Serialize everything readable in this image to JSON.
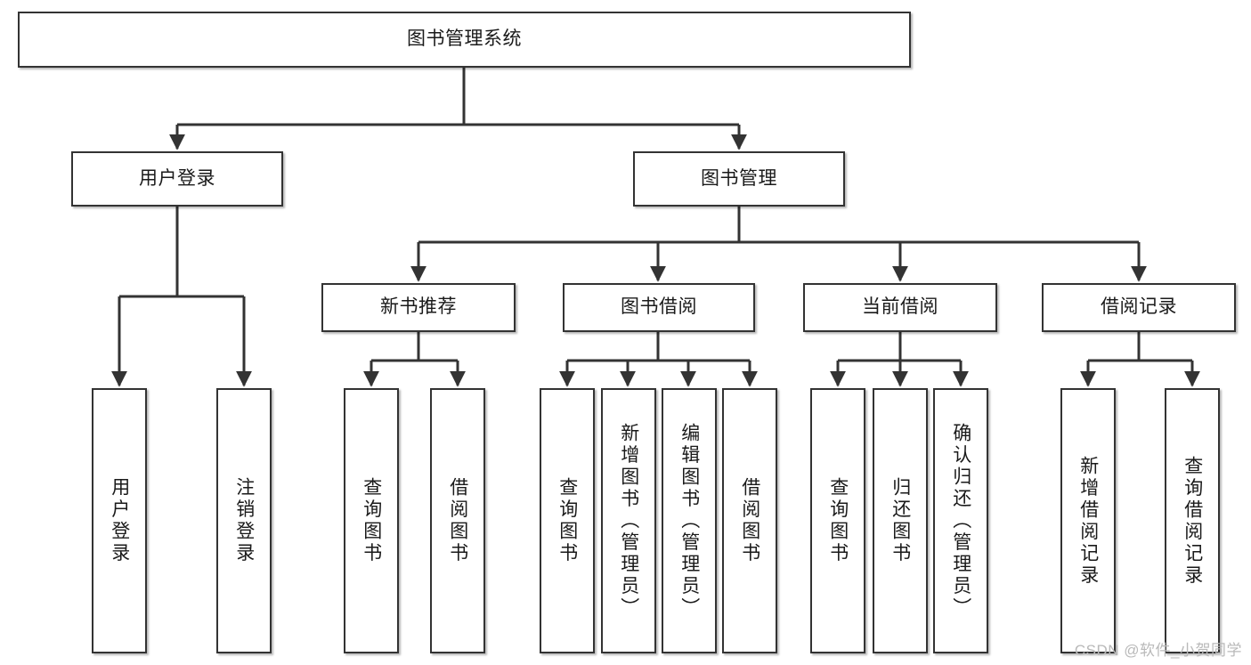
{
  "diagram": {
    "title": "图书管理系统",
    "type": "tree-hierarchy-chart",
    "watermark": "CSDN @软件_小贺同学",
    "colors": {
      "box_border": "#333333",
      "box_fill": "#ffffff",
      "edge": "#333333",
      "text": "#1a1a1a",
      "watermark": "#b9b9b9",
      "background": "#ffffff"
    },
    "nodes": {
      "root": {
        "label": "图书管理系统"
      },
      "level2": [
        {
          "id": "user-login",
          "label": "用户登录"
        },
        {
          "id": "book-manage",
          "label": "图书管理"
        }
      ],
      "level3": [
        {
          "id": "new-book-recommend",
          "label": "新书推荐"
        },
        {
          "id": "book-borrow",
          "label": "图书借阅"
        },
        {
          "id": "current-borrow",
          "label": "当前借阅"
        },
        {
          "id": "borrow-record",
          "label": "借阅记录"
        }
      ],
      "leaves": {
        "user-login": [
          {
            "id": "leaf-user-login",
            "label": "用户登录"
          },
          {
            "id": "leaf-logout-login",
            "label": "注销登录"
          }
        ],
        "new-book-recommend": [
          {
            "id": "leaf-query-book-1",
            "label": "查询图书"
          },
          {
            "id": "leaf-borrow-book-1",
            "label": "借阅图书"
          }
        ],
        "book-borrow": [
          {
            "id": "leaf-query-book-2",
            "label": "查询图书"
          },
          {
            "id": "leaf-add-book-admin",
            "label": "新增图书（管理员）"
          },
          {
            "id": "leaf-edit-book-admin",
            "label": "编辑图书（管理员）"
          },
          {
            "id": "leaf-borrow-book-2",
            "label": "借阅图书"
          }
        ],
        "current-borrow": [
          {
            "id": "leaf-query-book-3",
            "label": "查询图书"
          },
          {
            "id": "leaf-return-book",
            "label": "归还图书"
          },
          {
            "id": "leaf-confirm-return-admin",
            "label": "确认归还（管理员）"
          }
        ],
        "borrow-record": [
          {
            "id": "leaf-add-borrow-record",
            "label": "新增借阅记录"
          },
          {
            "id": "leaf-query-borrow-record",
            "label": "查询借阅记录"
          }
        ]
      }
    }
  }
}
